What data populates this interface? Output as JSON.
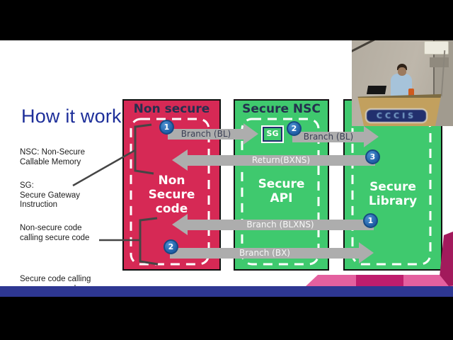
{
  "slide": {
    "title": "How it works",
    "notes": [
      {
        "text": "NSC: Non-Secure\nCallable Memory"
      },
      {
        "text": "SG:\nSecure Gateway\nInstruction"
      },
      {
        "text": "Non-secure code\ncalling secure code"
      },
      {
        "text": "Secure code calling\nnon-secure code"
      }
    ],
    "diagram": {
      "regions": [
        {
          "header": "Non secure",
          "body": "Non\nSecure\ncode"
        },
        {
          "header": "Secure NSC",
          "body": "Secure\nAPI"
        },
        {
          "header": "",
          "body": "Secure\nLibrary"
        }
      ],
      "sg_label": "SG",
      "arrows": [
        {
          "label": "Branch (BL)",
          "badge": "1",
          "direction": "right"
        },
        {
          "label": "Branch (BL)",
          "badge": "2",
          "direction": "right"
        },
        {
          "label": "Return(BXNS)",
          "badge": "3",
          "direction": "left"
        },
        {
          "label": "Branch (BLXNS)",
          "badge": "1",
          "direction": "left"
        },
        {
          "label": "Branch (BX)",
          "badge": "2",
          "direction": "right"
        }
      ]
    }
  },
  "webcam": {
    "sign_text": "CCCIS"
  },
  "colors": {
    "non_secure_region": "#d62955",
    "secure_region": "#3fc96e",
    "arrow_gray": "#adadad",
    "badge_blue": "#2a6ab0",
    "title_blue": "#1e2f9a",
    "footer_bar_blue": "#2e3792",
    "ribbon_pink": "#e4609f",
    "ribbon_magenta": "#bf1d6d"
  }
}
